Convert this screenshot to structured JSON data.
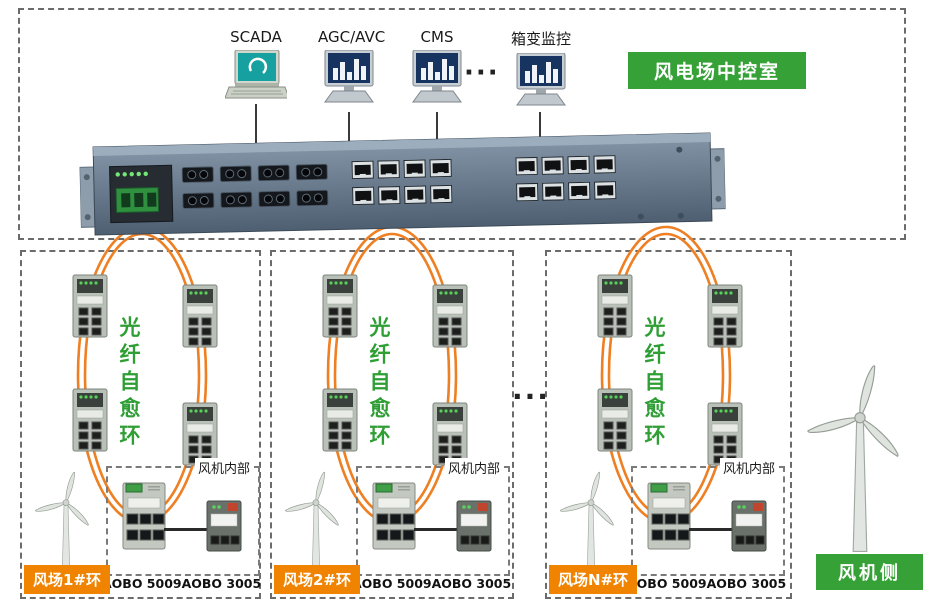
{
  "control_room": {
    "label": "风电场中控室",
    "workstations": [
      {
        "label": "SCADA",
        "icon": "laptop-icon"
      },
      {
        "label": "AGC/AVC",
        "icon": "monitor-icon"
      },
      {
        "label": "CMS",
        "icon": "monitor-icon"
      },
      {
        "label": "箱变监控",
        "icon": "monitor-icon"
      }
    ],
    "ellipsis": "···"
  },
  "core_switch": {
    "description": "rack-ethernet-switch"
  },
  "rings": [
    {
      "name": "风场1#环",
      "fiber_label": "光纤自愈环",
      "inner_box_label": "风机内部",
      "devices": [
        {
          "label": "AOBO 5009"
        },
        {
          "label": "AOBO 3005"
        }
      ]
    },
    {
      "name": "风场2#环",
      "fiber_label": "光纤自愈环",
      "inner_box_label": "风机内部",
      "devices": [
        {
          "label": "AOBO 5009"
        },
        {
          "label": "AOBO 3005"
        }
      ]
    },
    {
      "name": "风场N#环",
      "fiber_label": "光纤自愈环",
      "inner_box_label": "风机内部",
      "devices": [
        {
          "label": "AOBO 5009"
        },
        {
          "label": "AOBO 3005"
        }
      ]
    }
  ],
  "rings_ellipsis": "···",
  "turbine_side": {
    "label": "风机侧"
  },
  "colors": {
    "ring_orange": "#ee7f22",
    "green_label_bg": "#35a136",
    "orange_label_bg": "#f08300",
    "fiber_text_green": "#2f9e35"
  }
}
